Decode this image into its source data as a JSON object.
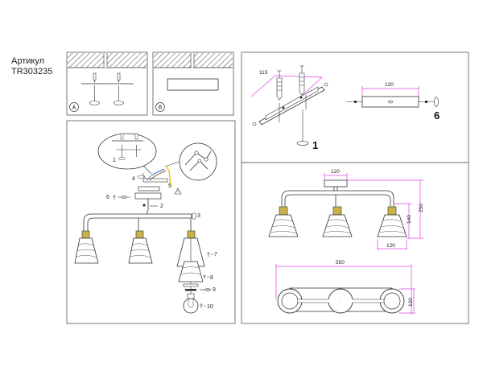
{
  "article": {
    "label": "Артикул",
    "code": "TR303235"
  },
  "panels": {
    "option_a": {
      "badge": "A"
    },
    "option_b": {
      "badge": "B"
    },
    "assembly": {
      "callouts": [
        "1",
        "2",
        "3",
        "4",
        "5",
        "6",
        "7",
        "8",
        "9",
        "10"
      ]
    },
    "mounting": {
      "bracket_dim": "115",
      "bracket_step": "1",
      "plate_dim": "120",
      "plate_step": "6"
    },
    "dimensions": {
      "canopy_width": "120",
      "shade_height": "140",
      "total_height": "250",
      "shade_width": "120",
      "total_length": "550",
      "shade_diameter": "120"
    }
  },
  "colors": {
    "dimension": "#e040e0",
    "line": "#333333",
    "panel_border": "#555555",
    "socket": "#c9b24a"
  }
}
